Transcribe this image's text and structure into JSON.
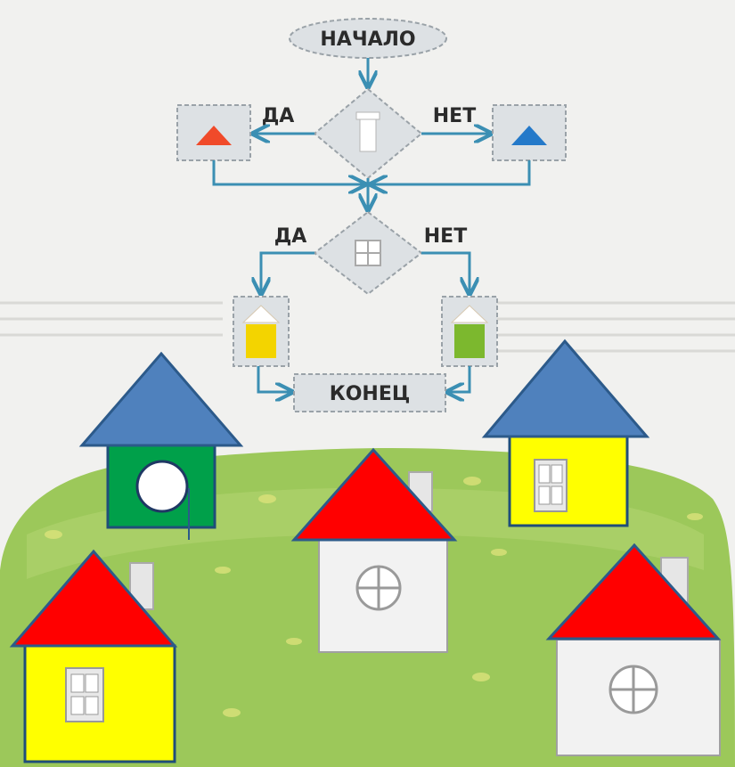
{
  "flowchart": {
    "start_label": "НАЧАЛО",
    "end_label": "КОНЕЦ",
    "decision_1": {
      "yes_label": "ДА",
      "no_label": "НЕТ",
      "yes_result": "red-triangle",
      "no_result": "blue-triangle",
      "icon": "chimney-icon"
    },
    "decision_2": {
      "yes_label": "ДА",
      "no_label": "НЕТ",
      "yes_result": "yellow-house",
      "no_result": "green-house",
      "icon": "square-window-icon"
    }
  },
  "colors": {
    "red": "#ff0000",
    "blue": "#4f81bd",
    "yellow": "#ffff00",
    "green": "#00a04a",
    "grass": "#9cc85a",
    "box_fill": "#dde1e4",
    "box_border": "#9aa2a8",
    "arrow": "#3b8fb3"
  },
  "houses": [
    {
      "name": "house-green-blue-roof",
      "roof": "blue",
      "wall": "green",
      "window": "round-white"
    },
    {
      "name": "house-white-red-roof-center",
      "roof": "red",
      "wall": "white",
      "window": "round-cross",
      "chimney": true
    },
    {
      "name": "house-yellow-blue-roof",
      "roof": "blue",
      "wall": "yellow",
      "window": "square"
    },
    {
      "name": "house-yellow-red-roof",
      "roof": "red",
      "wall": "yellow",
      "window": "square",
      "chimney": true
    },
    {
      "name": "house-white-red-roof-right",
      "roof": "red",
      "wall": "white",
      "window": "round-cross",
      "chimney": true
    }
  ]
}
